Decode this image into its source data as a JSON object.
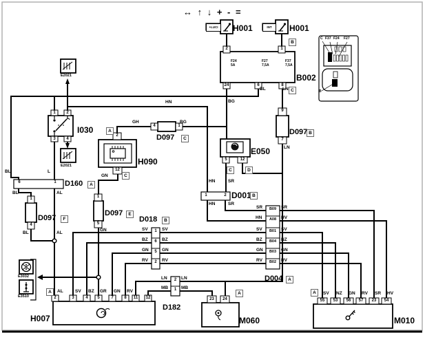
{
  "arrows": "↔ ↑ ↓ + - =",
  "h001l": {
    "tag": "+LUCI",
    "label": "H001"
  },
  "h001r": {
    "tag": "INT",
    "label": "H001"
  },
  "refs": {
    "A": "A",
    "B": "B",
    "C": "C",
    "D": "D",
    "E": "E",
    "F": "F"
  },
  "b002": {
    "label": "B002",
    "p2": "2",
    "p1": "1",
    "p24": "24",
    "p6": "6",
    "p8": "8",
    "f1n": "F24",
    "f1r": "5A",
    "f2n": "F27",
    "f2r": "7,5A",
    "f3n": "F37",
    "f3r": "7,5A"
  },
  "legend": {
    "c": "C",
    "f37": "F37",
    "f24": "F24",
    "f27": "F27",
    "b": "B"
  },
  "e2021": "E2021",
  "e3032": "E3032",
  "e3510": "E3510",
  "i030": {
    "label": "I030",
    "p1": "1",
    "p2": "2",
    "p3": "3",
    "p4": "4"
  },
  "h090": {
    "label": "H090",
    "p2": "2",
    "p12": "12"
  },
  "e050": {
    "label": "E050",
    "p5": "5",
    "p12": "12"
  },
  "d097": {
    "label": "D097"
  },
  "d097c": {
    "p4": "4",
    "p1": "1"
  },
  "d097b": {
    "p9": "9",
    "p7": "7"
  },
  "d097e": {
    "p1": "1",
    "p5": "5"
  },
  "d097f": {
    "p1": "1",
    "p4": "4"
  },
  "d160": {
    "label": "D160",
    "p6": "6",
    "p1": "1"
  },
  "d001": {
    "label": "D001",
    "p1": "1",
    "p2": "2"
  },
  "d018": {
    "label": "D018",
    "p1": "1",
    "p6": "6",
    "p5": "5",
    "p2": "2"
  },
  "d004": {
    "label": "D004",
    "r1": "B09",
    "r2": "A08",
    "r3": "B01",
    "r4": "B04",
    "r5": "B03",
    "r6": "B02"
  },
  "d182": {
    "label": "D182",
    "p2": "2",
    "p1": "1"
  },
  "h007": {
    "label": "H007",
    "p2": "2",
    "p3": "3",
    "p4": "4",
    "p5": "5",
    "p7": "7",
    "p8": "8",
    "p11": "11",
    "p12": "12"
  },
  "m060": {
    "label": "M060",
    "p23": "23",
    "p24": "24"
  },
  "m010": {
    "label": "M010",
    "p55": "55",
    "p53": "53",
    "p56": "56",
    "p57": "57",
    "p23": "23",
    "p54": "54"
  },
  "w": {
    "BL": "BL",
    "L": "L",
    "AL": "AL",
    "HN": "HN",
    "SR": "SR",
    "HV": "HV",
    "SV": "SV",
    "BZ": "BZ",
    "NZ": "NZ",
    "GN": "GN",
    "RV": "RV",
    "GR": "GR",
    "GH": "GH",
    "BG": "BG",
    "LN": "LN",
    "MB": "MB"
  }
}
